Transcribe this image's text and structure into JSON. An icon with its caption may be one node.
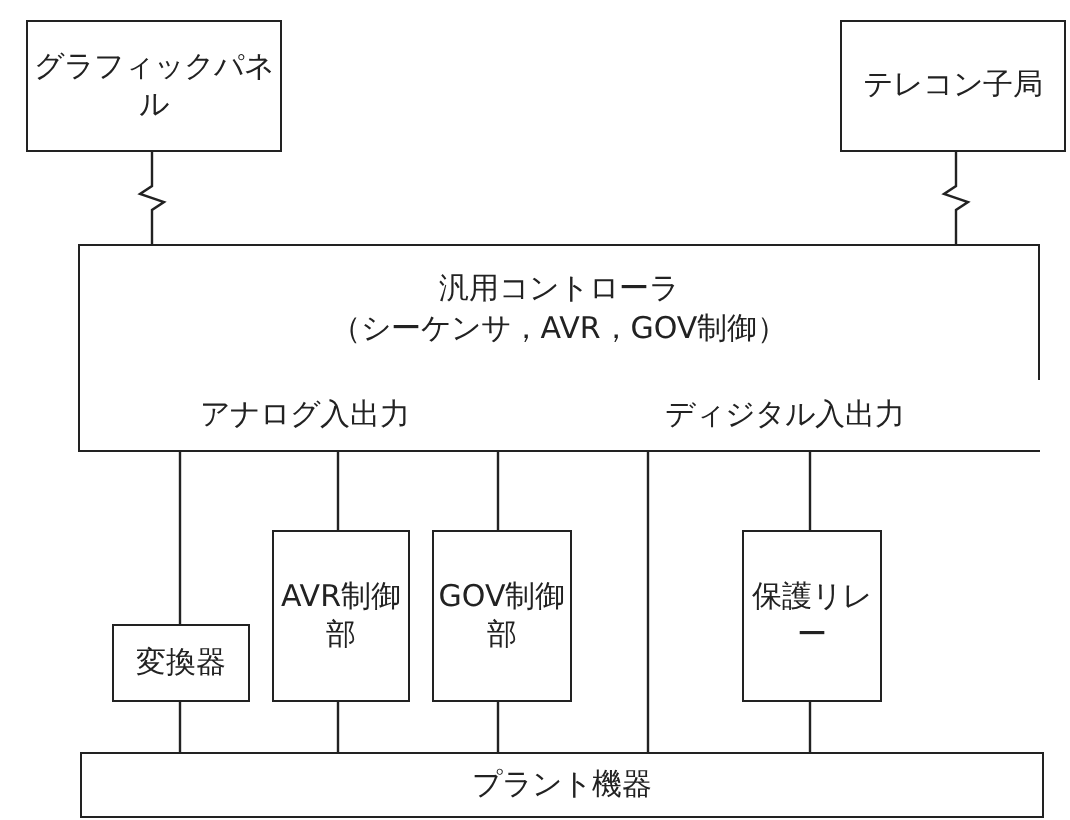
{
  "diagram": {
    "nodes": [
      {
        "text": [
          "グラフィックパネル"
        ]
      },
      {
        "text": [
          "テレコン子局"
        ]
      },
      {
        "text": [
          "汎用コントローラ",
          "（シーケンサ，AVR，GOV制御）"
        ]
      },
      {
        "text": [
          "アナログ入出力"
        ],
        "in": 2
      },
      {
        "text": [
          "ディジタル入出力"
        ],
        "in": 2
      },
      {
        "text": [
          "変換器"
        ]
      },
      {
        "text": [
          "AVR制御部"
        ]
      },
      {
        "text": [
          "GOV制御部"
        ]
      },
      {
        "text": [
          "保護リレー"
        ]
      },
      {
        "text": [
          "プラント機器"
        ]
      }
    ],
    "edges": [
      {
        "from": 0,
        "to": 2,
        "arrow": "none"
      },
      {
        "from": 1,
        "to": 2,
        "arrow": "none"
      },
      {
        "from": 3,
        "to": 5,
        "arrow": "none"
      },
      {
        "from": 5,
        "to": 9,
        "arrow": "none"
      },
      {
        "from": 3,
        "to": 6,
        "arrow": "none"
      },
      {
        "from": 6,
        "to": 9,
        "arrow": "none"
      },
      {
        "from": 3,
        "to": 7,
        "arrow": "none"
      },
      {
        "from": 7,
        "to": 9,
        "arrow": "none"
      },
      {
        "from": 4,
        "to": 9,
        "arrow": "none"
      },
      {
        "from": 4,
        "to": 8,
        "arrow": "none"
      },
      {
        "from": 8,
        "to": 9,
        "arrow": "none"
      }
    ]
  }
}
